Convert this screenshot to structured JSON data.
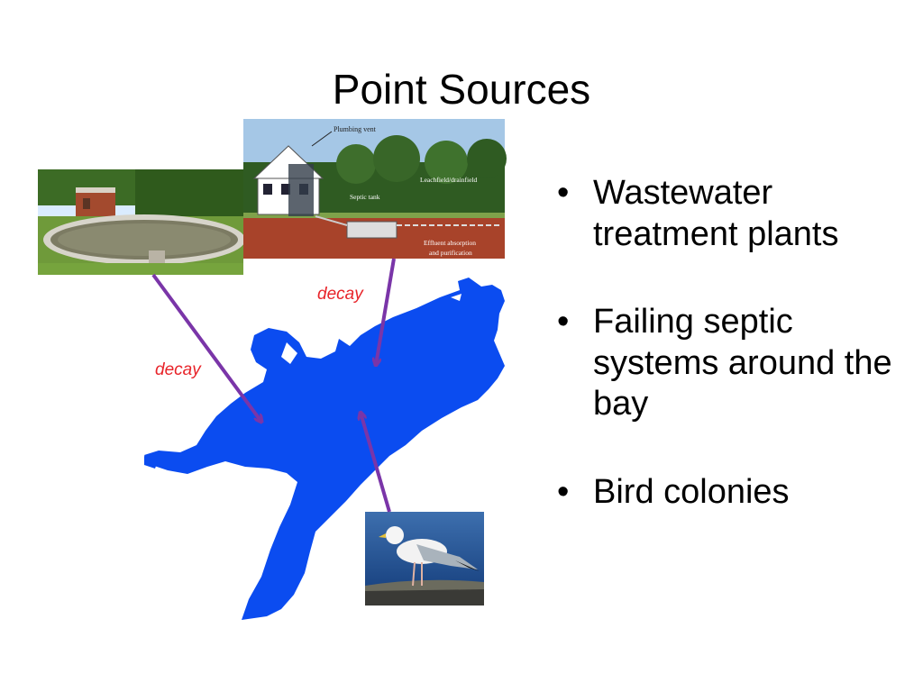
{
  "slide": {
    "title": "Point Sources",
    "bullets": [
      "Wastewater treatment plants",
      "Failing septic systems around the bay",
      "Bird colonies"
    ],
    "arrow_labels": [
      "decay",
      "decay"
    ],
    "septic_diagram_labels": {
      "plumbing_vent": "Plumbing vent",
      "leachfield": "Leachfield/drainfield",
      "septic_tank": "Septic tank",
      "effluent_1": "Effluent absorption",
      "effluent_2": "and purification"
    },
    "colors": {
      "bay": "#0b4cf0",
      "arrow": "#7a35a8",
      "label": "#e8242a"
    }
  }
}
